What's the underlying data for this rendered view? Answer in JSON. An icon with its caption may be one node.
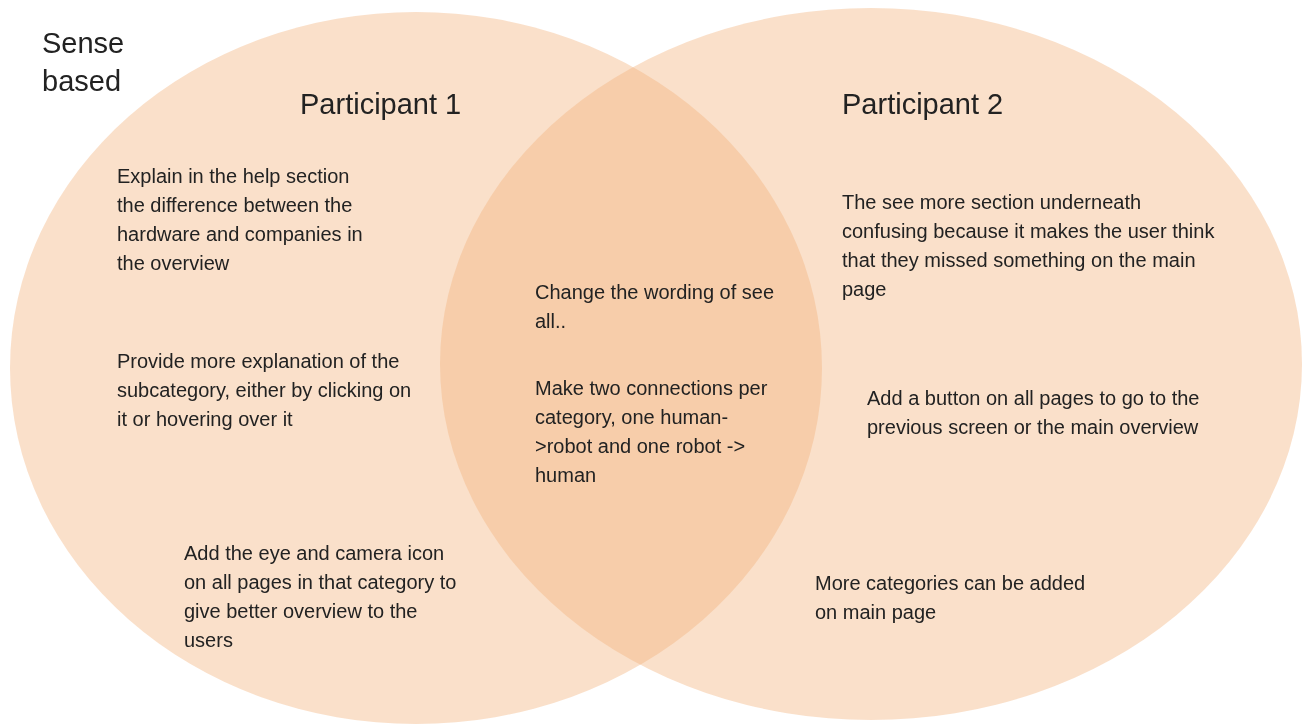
{
  "diagram": {
    "title": "Sense based",
    "nodes": [
      {
        "text": [
          "Participant 1",
          "Explain in the help section the difference between the hardware and companies in the overview",
          "Provide more explanation of the subcategory, either by clicking on it or hovering over it",
          "Add the eye and camera icon on all pages in that category to give better overview to the users"
        ]
      },
      {
        "text": [
          "Participant 2",
          "The see more section underneath confusing because it makes the user think that they missed something on the main page",
          "Add a button on all pages to go to the previous screen or the main overview",
          "More categories can be added on main page"
        ]
      }
    ],
    "labels": [
      "Change the wording of see all..",
      "Make two connections per category, one human->robot and one robot -> human"
    ]
  }
}
